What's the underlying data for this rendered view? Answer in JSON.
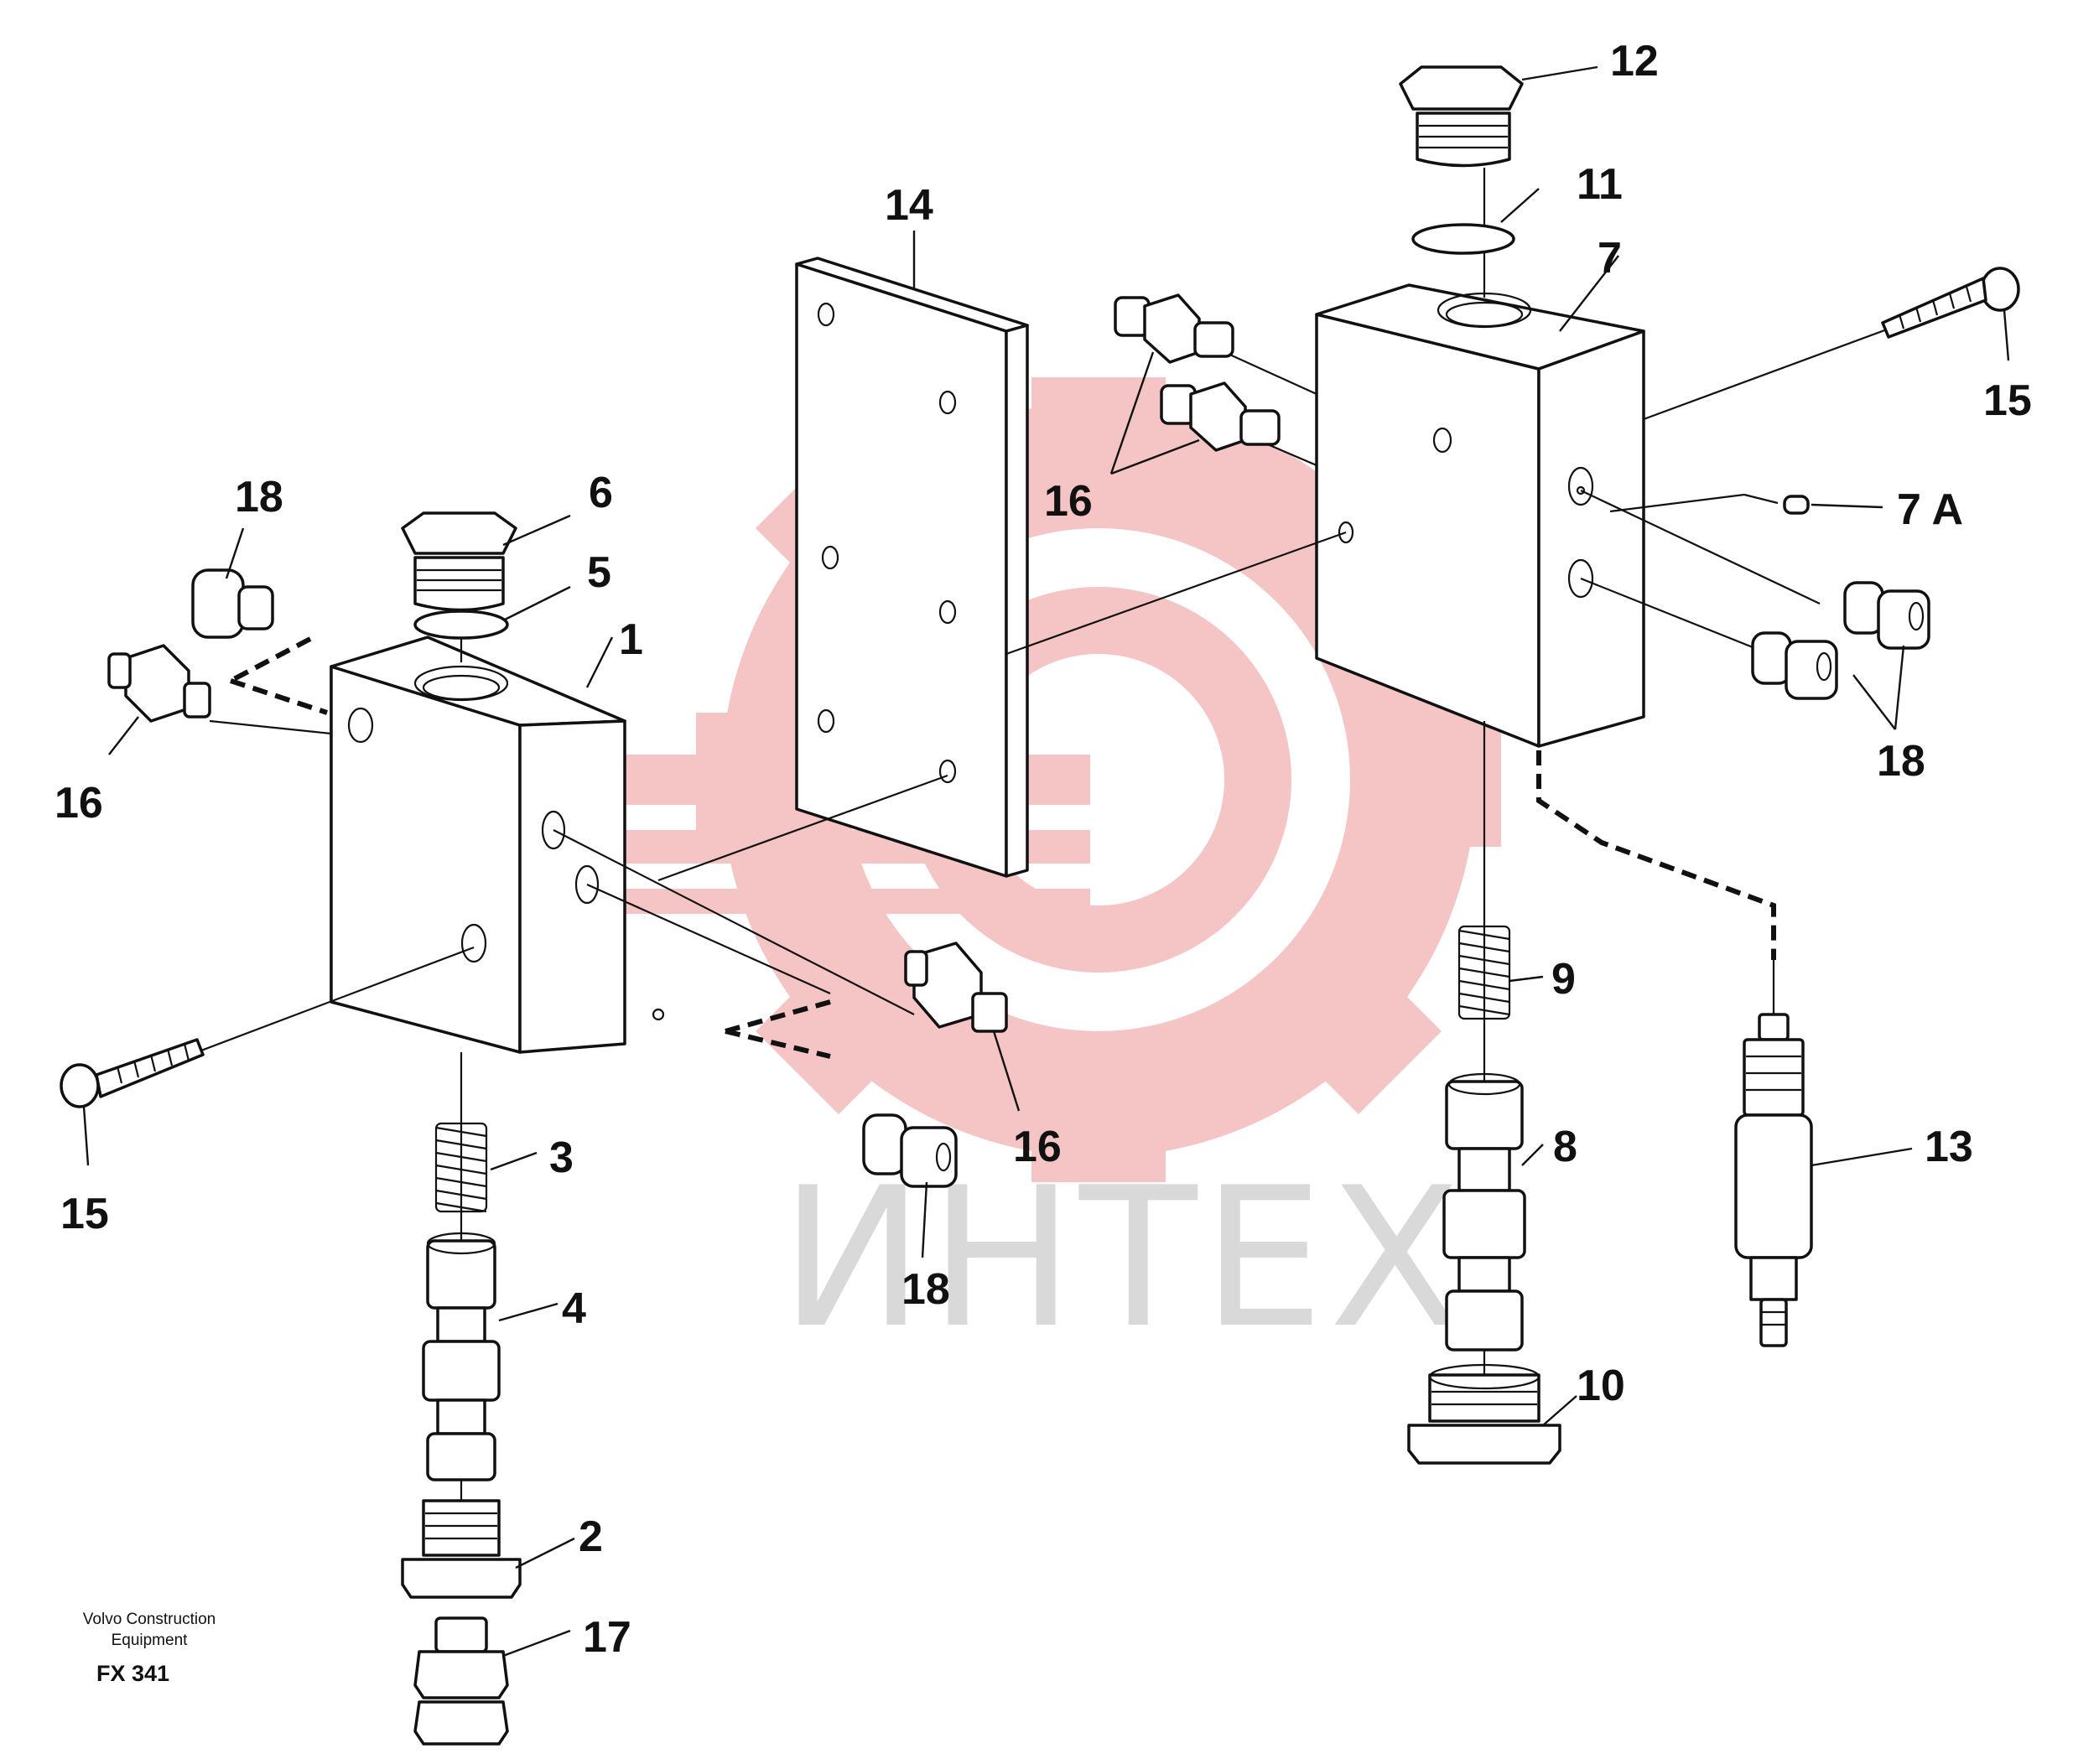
{
  "watermark": {
    "text": "ИНТЕХ",
    "logo": "gear-wrench-logo",
    "color": "#f5c4c4"
  },
  "caption": {
    "line1": "Volvo Construction",
    "line2": "Equipment",
    "code": "FX 341"
  },
  "labels": {
    "n1": "1",
    "n2": "2",
    "n3": "3",
    "n4": "4",
    "n5": "5",
    "n6": "6",
    "n7": "7",
    "n7a": "7 A",
    "n8": "8",
    "n9": "9",
    "n10": "10",
    "n11": "11",
    "n12": "12",
    "n13": "13",
    "n14": "14",
    "n15a": "15",
    "n15b": "15",
    "n16a": "16",
    "n16b": "16",
    "n16c": "16",
    "n17": "17",
    "n18a": "18",
    "n18b": "18",
    "n18c": "18"
  }
}
